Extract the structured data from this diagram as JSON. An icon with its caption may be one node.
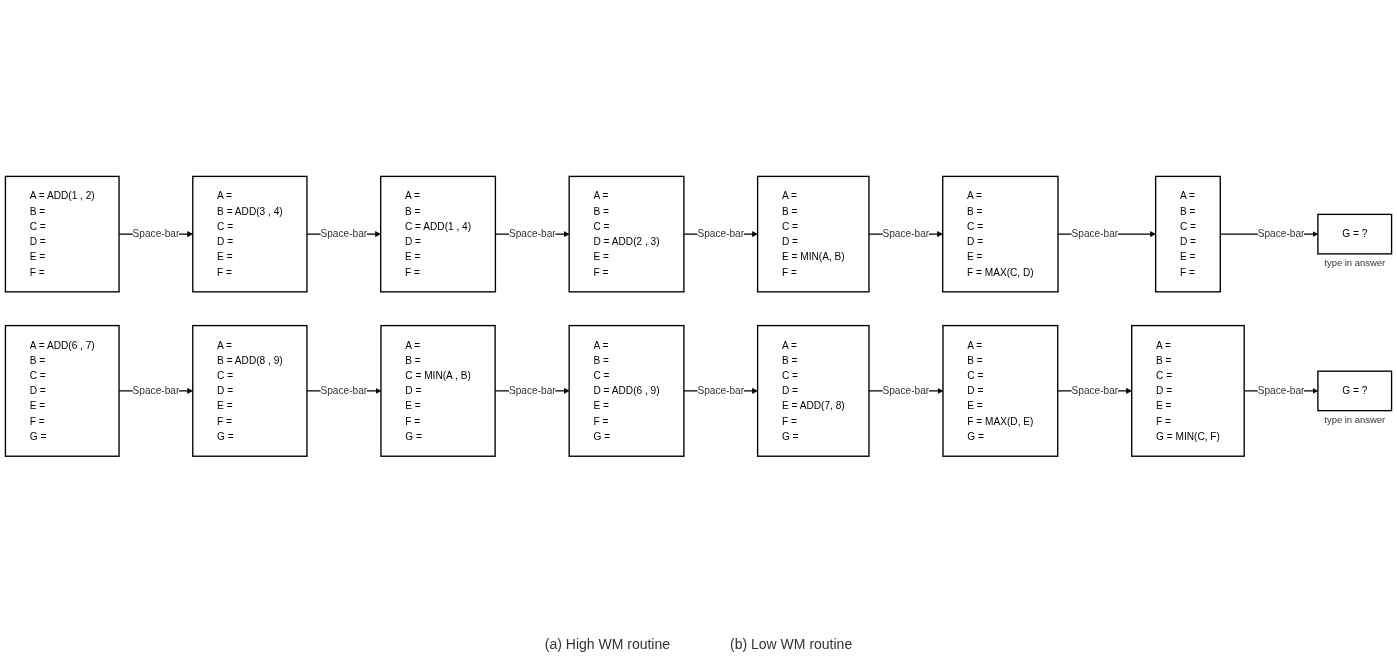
{
  "diagram": {
    "nodes": [
      {
        "text": [
          "A = ADD(1 , 2)",
          "B =",
          "C =",
          "D =",
          "E =",
          "F ="
        ]
      },
      {
        "text": [
          "A =",
          "B = ADD(3 , 4)",
          "C =",
          "D =",
          "E =",
          "F ="
        ]
      },
      {
        "text": [
          "A =",
          "B =",
          "C = ADD(1 , 4)",
          "D =",
          "E =",
          "F ="
        ]
      },
      {
        "text": [
          "A =",
          "B =",
          "C =",
          "D = ADD(2 , 3)",
          "E =",
          "F ="
        ]
      },
      {
        "text": [
          "A =",
          "B =",
          "C =",
          "D =",
          "E = MIN(A, B)",
          "F ="
        ]
      },
      {
        "text": [
          "A =",
          "B =",
          "C =",
          "D =",
          "E =",
          "F = MAX(C, D)"
        ]
      },
      {
        "text": [
          "A =",
          "B =",
          "C =",
          "D =",
          "E =",
          "F ="
        ]
      },
      {
        "text": [
          "G = ?"
        ],
        "beside": [
          "type in answer"
        ]
      },
      {
        "text": [
          "A = ADD(6 , 7)",
          "B =",
          "C =",
          "D =",
          "E =",
          "F =",
          "G ="
        ]
      },
      {
        "text": [
          "A =",
          "B = ADD(8 , 9)",
          "C =",
          "D =",
          "E =",
          "F =",
          "G ="
        ]
      },
      {
        "text": [
          "A =",
          "B =",
          "C = MIN(A , B)",
          "D =",
          "E =",
          "F =",
          "G ="
        ]
      },
      {
        "text": [
          "A =",
          "B =",
          "C =",
          "D = ADD(6 , 9)",
          "E =",
          "F =",
          "G ="
        ]
      },
      {
        "text": [
          "A =",
          "B =",
          "C =",
          "D =",
          "E = ADD(7, 8)",
          "F =",
          "G ="
        ]
      },
      {
        "text": [
          "A =",
          "B =",
          "C =",
          "D =",
          "E =",
          "F = MAX(D, E)",
          "G ="
        ]
      },
      {
        "text": [
          "A =",
          "B =",
          "C =",
          "D =",
          "E =",
          "F =",
          "G = MIN(C, F)"
        ]
      },
      {
        "text": [
          "G = ?"
        ],
        "beside": [
          "type in answer"
        ]
      }
    ],
    "edges": [
      {
        "from": 0,
        "to": 1,
        "arrow": "to",
        "label": "Space-bar"
      },
      {
        "from": 1,
        "to": 2,
        "arrow": "to",
        "label": "Space-bar"
      },
      {
        "from": 2,
        "to": 3,
        "arrow": "to",
        "label": "Space-bar"
      },
      {
        "from": 3,
        "to": 4,
        "arrow": "to",
        "label": "Space-bar"
      },
      {
        "from": 4,
        "to": 5,
        "arrow": "to",
        "label": "Space-bar"
      },
      {
        "from": 5,
        "to": 6,
        "arrow": "to",
        "label": "Space-bar"
      },
      {
        "from": 6,
        "to": 7,
        "arrow": "to",
        "label": "Space-bar"
      },
      {
        "from": 8,
        "to": 9,
        "arrow": "to",
        "label": "Space-bar"
      },
      {
        "from": 9,
        "to": 10,
        "arrow": "to",
        "label": "Space-bar"
      },
      {
        "from": 10,
        "to": 11,
        "arrow": "to",
        "label": "Space-bar"
      },
      {
        "from": 11,
        "to": 12,
        "arrow": "to",
        "label": "Space-bar"
      },
      {
        "from": 12,
        "to": 13,
        "arrow": "to",
        "label": "Space-bar"
      },
      {
        "from": 13,
        "to": 14,
        "arrow": "to",
        "label": "Space-bar"
      },
      {
        "from": 14,
        "to": 15,
        "arrow": "to",
        "label": "Space-bar"
      }
    ],
    "labels": [
      "(a) High WM routine",
      "(b) Low WM routine"
    ]
  }
}
